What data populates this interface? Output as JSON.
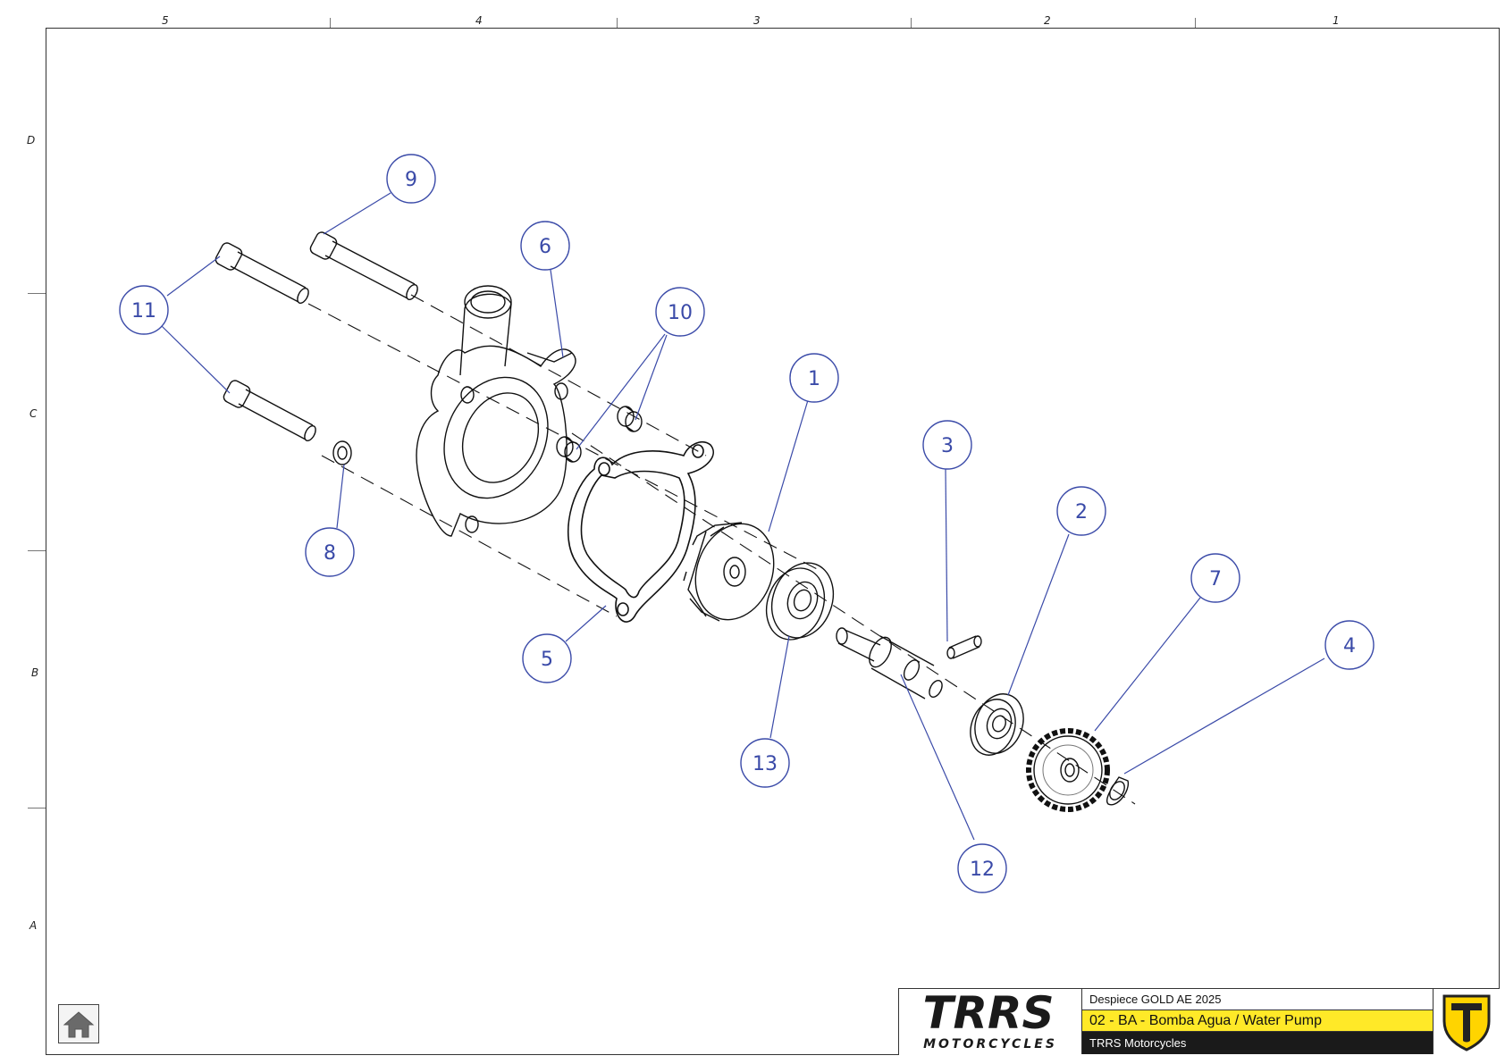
{
  "grid": {
    "columns": [
      "5",
      "4",
      "3",
      "2",
      "1"
    ],
    "rows": [
      "D",
      "C",
      "B",
      "A"
    ]
  },
  "callouts": [
    "9",
    "6",
    "11",
    "10",
    "1",
    "3",
    "2",
    "7",
    "4",
    "8",
    "5",
    "13",
    "12"
  ],
  "title_block": {
    "logo_main": "TRRS",
    "logo_sub": "MOTORCYCLES",
    "document": "Despiece GOLD AE 2025",
    "assembly": "02 - BA - Bomba Agua / Water Pump",
    "company": "TRRS Motorcycles"
  },
  "colors": {
    "callout": "#3a4aa8",
    "highlight": "#ffe928",
    "logo_red": "#e2231a",
    "emblem": "#ffd400"
  },
  "icons": {
    "home": "home-icon"
  }
}
